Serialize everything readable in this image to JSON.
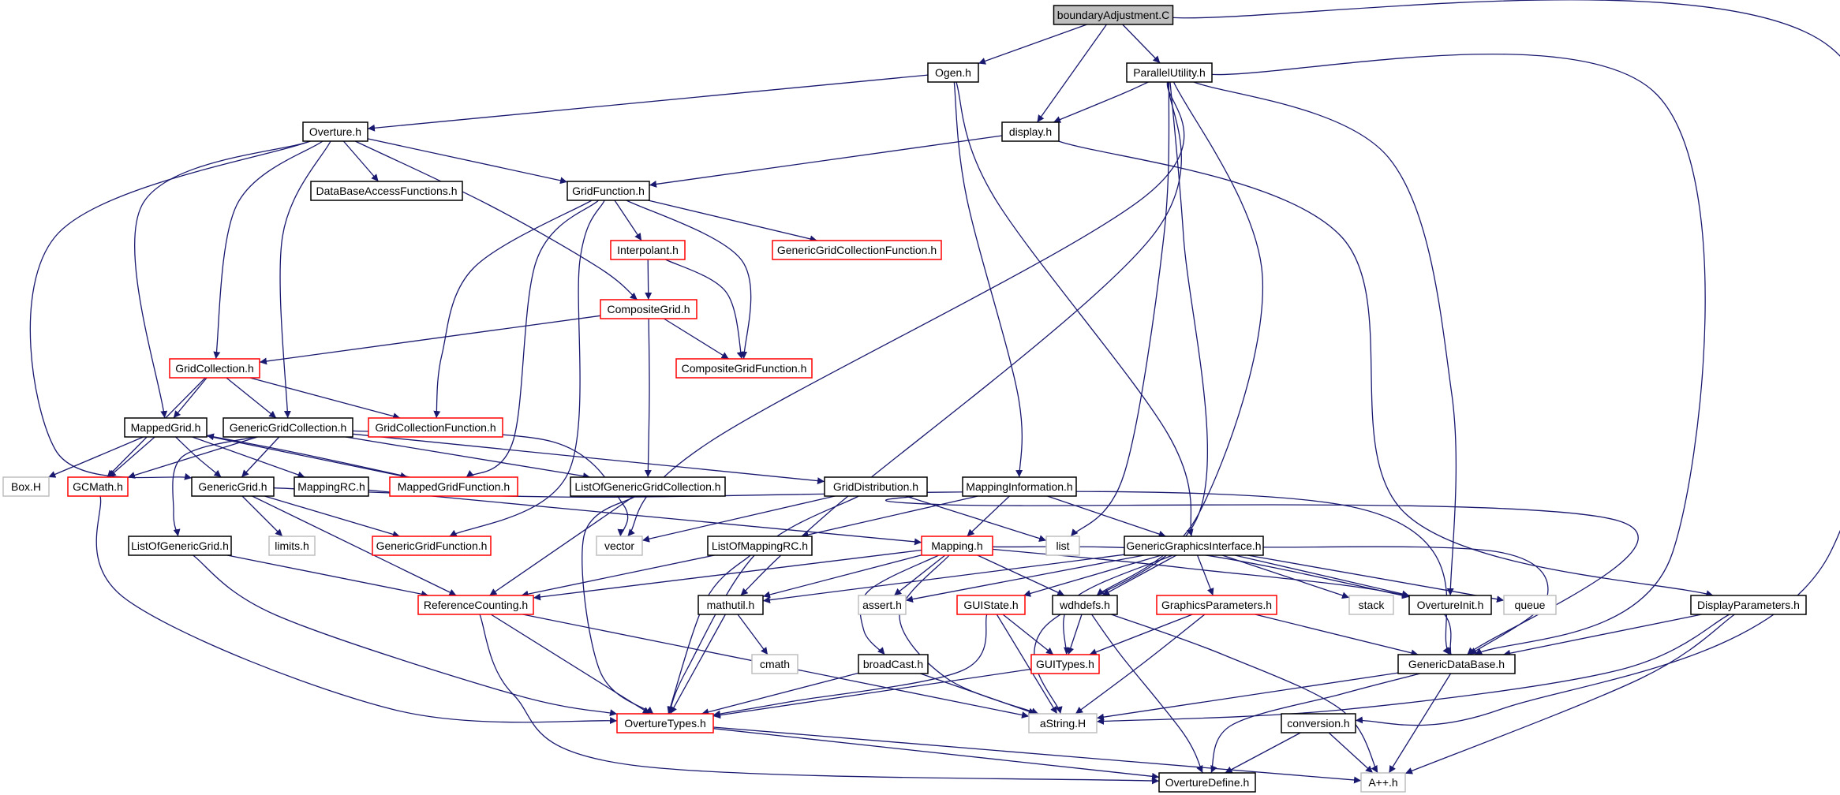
{
  "diagram": {
    "nodes": [
      {
        "id": "boundaryAdjustment",
        "label": "boundaryAdjustment.C",
        "style": "root"
      },
      {
        "id": "Ogen",
        "label": "Ogen.h",
        "style": "black"
      },
      {
        "id": "ParallelUtility",
        "label": "ParallelUtility.h",
        "style": "black"
      },
      {
        "id": "Overture",
        "label": "Overture.h",
        "style": "black"
      },
      {
        "id": "display",
        "label": "display.h",
        "style": "black"
      },
      {
        "id": "DataBaseAccessFunctions",
        "label": "DataBaseAccessFunctions.h",
        "style": "black"
      },
      {
        "id": "GridFunction",
        "label": "GridFunction.h",
        "style": "black"
      },
      {
        "id": "Interpolant",
        "label": "Interpolant.h",
        "style": "red"
      },
      {
        "id": "GenericGridCollectionFunction",
        "label": "GenericGridCollectionFunction.h",
        "style": "red"
      },
      {
        "id": "CompositeGrid",
        "label": "CompositeGrid.h",
        "style": "red"
      },
      {
        "id": "GridCollection",
        "label": "GridCollection.h",
        "style": "red"
      },
      {
        "id": "CompositeGridFunction",
        "label": "CompositeGridFunction.h",
        "style": "red"
      },
      {
        "id": "MappedGrid",
        "label": "MappedGrid.h",
        "style": "black"
      },
      {
        "id": "GenericGridCollection",
        "label": "GenericGridCollection.h",
        "style": "black"
      },
      {
        "id": "GridCollectionFunction",
        "label": "GridCollectionFunction.h",
        "style": "red"
      },
      {
        "id": "BoxH",
        "label": "Box.H",
        "style": "gray"
      },
      {
        "id": "GCMath",
        "label": "GCMath.h",
        "style": "red"
      },
      {
        "id": "GenericGrid",
        "label": "GenericGrid.h",
        "style": "black"
      },
      {
        "id": "MappingRC",
        "label": "MappingRC.h",
        "style": "black"
      },
      {
        "id": "MappedGridFunction",
        "label": "MappedGridFunction.h",
        "style": "red"
      },
      {
        "id": "ListOfGenericGridCollection",
        "label": "ListOfGenericGridCollection.h",
        "style": "black"
      },
      {
        "id": "GridDistribution",
        "label": "GridDistribution.h",
        "style": "black"
      },
      {
        "id": "MappingInformation",
        "label": "MappingInformation.h",
        "style": "black"
      },
      {
        "id": "limits",
        "label": "limits.h",
        "style": "gray"
      },
      {
        "id": "GenericGridFunction",
        "label": "GenericGridFunction.h",
        "style": "red"
      },
      {
        "id": "vector",
        "label": "vector",
        "style": "gray"
      },
      {
        "id": "list",
        "label": "list",
        "style": "gray"
      },
      {
        "id": "ListOfGenericGrid",
        "label": "ListOfGenericGrid.h",
        "style": "black"
      },
      {
        "id": "ListOfMappingRC",
        "label": "ListOfMappingRC.h",
        "style": "black"
      },
      {
        "id": "Mapping",
        "label": "Mapping.h",
        "style": "red"
      },
      {
        "id": "GenericGraphicsInterface",
        "label": "GenericGraphicsInterface.h",
        "style": "black"
      },
      {
        "id": "ReferenceCounting",
        "label": "ReferenceCounting.h",
        "style": "red"
      },
      {
        "id": "mathutil",
        "label": "mathutil.h",
        "style": "black"
      },
      {
        "id": "assert",
        "label": "assert.h",
        "style": "gray"
      },
      {
        "id": "GUIState",
        "label": "GUIState.h",
        "style": "red"
      },
      {
        "id": "wdhdefs",
        "label": "wdhdefs.h",
        "style": "black"
      },
      {
        "id": "GraphicsParameters",
        "label": "GraphicsParameters.h",
        "style": "red"
      },
      {
        "id": "stack",
        "label": "stack",
        "style": "gray"
      },
      {
        "id": "OvertureInit",
        "label": "OvertureInit.h",
        "style": "black"
      },
      {
        "id": "queue",
        "label": "queue",
        "style": "gray"
      },
      {
        "id": "DisplayParameters",
        "label": "DisplayParameters.h",
        "style": "black"
      },
      {
        "id": "cmath",
        "label": "cmath",
        "style": "gray"
      },
      {
        "id": "broadCast",
        "label": "broadCast.h",
        "style": "black"
      },
      {
        "id": "GUITypes",
        "label": "GUITypes.h",
        "style": "red"
      },
      {
        "id": "GenericDataBase",
        "label": "GenericDataBase.h",
        "style": "black"
      },
      {
        "id": "OvertureTypes",
        "label": "OvertureTypes.h",
        "style": "red"
      },
      {
        "id": "aString",
        "label": "aString.H",
        "style": "gray"
      },
      {
        "id": "conversion",
        "label": "conversion.h",
        "style": "black"
      },
      {
        "id": "OvertureDefine",
        "label": "OvertureDefine.h",
        "style": "black"
      },
      {
        "id": "App",
        "label": "A++.h",
        "style": "gray"
      }
    ],
    "edges": [
      [
        "boundaryAdjustment",
        "Ogen"
      ],
      [
        "boundaryAdjustment",
        "ParallelUtility"
      ],
      [
        "boundaryAdjustment",
        "display"
      ],
      [
        "boundaryAdjustment",
        "conversion"
      ],
      [
        "Ogen",
        "Overture"
      ],
      [
        "Ogen",
        "MappingInformation"
      ],
      [
        "Ogen",
        "GenericGraphicsInterface"
      ],
      [
        "ParallelUtility",
        "display"
      ],
      [
        "ParallelUtility",
        "vector"
      ],
      [
        "ParallelUtility",
        "list"
      ],
      [
        "ParallelUtility",
        "mathutil"
      ],
      [
        "ParallelUtility",
        "aString"
      ],
      [
        "ParallelUtility",
        "wdhdefs"
      ],
      [
        "ParallelUtility",
        "OvertureInit"
      ],
      [
        "ParallelUtility",
        "GenericDataBase"
      ],
      [
        "display",
        "GridFunction"
      ],
      [
        "display",
        "DisplayParameters"
      ],
      [
        "Overture",
        "DataBaseAccessFunctions"
      ],
      [
        "Overture",
        "GridFunction"
      ],
      [
        "Overture",
        "CompositeGrid"
      ],
      [
        "Overture",
        "GridCollection"
      ],
      [
        "Overture",
        "MappedGrid"
      ],
      [
        "Overture",
        "GenericGridCollection"
      ],
      [
        "Overture",
        "GenericGrid"
      ],
      [
        "GridFunction",
        "Interpolant"
      ],
      [
        "GridFunction",
        "GenericGridCollectionFunction"
      ],
      [
        "GridFunction",
        "CompositeGridFunction"
      ],
      [
        "GridFunction",
        "GridCollectionFunction"
      ],
      [
        "GridFunction",
        "MappedGridFunction"
      ],
      [
        "GridFunction",
        "GenericGridFunction"
      ],
      [
        "Interpolant",
        "CompositeGrid"
      ],
      [
        "Interpolant",
        "CompositeGridFunction"
      ],
      [
        "CompositeGrid",
        "GridCollection"
      ],
      [
        "CompositeGrid",
        "CompositeGridFunction"
      ],
      [
        "CompositeGrid",
        "ListOfGenericGridCollection"
      ],
      [
        "GridCollection",
        "MappedGrid"
      ],
      [
        "GridCollection",
        "GenericGridCollection"
      ],
      [
        "GridCollection",
        "GridCollectionFunction"
      ],
      [
        "GridCollection",
        "GCMath"
      ],
      [
        "MappedGrid",
        "BoxH"
      ],
      [
        "MappedGrid",
        "GCMath"
      ],
      [
        "MappedGrid",
        "GenericGrid"
      ],
      [
        "MappedGrid",
        "MappingRC"
      ],
      [
        "MappedGrid",
        "MappedGridFunction"
      ],
      [
        "MappedGridFunction",
        "MappedGrid"
      ],
      [
        "GenericGridCollection",
        "GenericGrid"
      ],
      [
        "GenericGridCollection",
        "GCMath"
      ],
      [
        "GenericGridCollection",
        "ListOfGenericGrid"
      ],
      [
        "GenericGridCollection",
        "ListOfGenericGridCollection"
      ],
      [
        "GenericGridCollection",
        "GridDistribution"
      ],
      [
        "GenericGridCollection",
        "vector"
      ],
      [
        "GCMath",
        "OvertureTypes"
      ],
      [
        "GenericGrid",
        "limits"
      ],
      [
        "GenericGrid",
        "GenericGridFunction"
      ],
      [
        "GenericGrid",
        "ReferenceCounting"
      ],
      [
        "GenericGrid",
        "GenericDataBase"
      ],
      [
        "MappingRC",
        "Mapping"
      ],
      [
        "ListOfGenericGridCollection",
        "ReferenceCounting"
      ],
      [
        "ListOfGenericGridCollection",
        "OvertureTypes"
      ],
      [
        "GridDistribution",
        "vector"
      ],
      [
        "GridDistribution",
        "list"
      ],
      [
        "GridDistribution",
        "OvertureTypes"
      ],
      [
        "GridDistribution",
        "GenericDataBase"
      ],
      [
        "MappingInformation",
        "Mapping"
      ],
      [
        "MappingInformation",
        "ListOfMappingRC"
      ],
      [
        "MappingInformation",
        "GenericGraphicsInterface"
      ],
      [
        "ListOfGenericGrid",
        "ReferenceCounting"
      ],
      [
        "ListOfGenericGrid",
        "OvertureTypes"
      ],
      [
        "ListOfMappingRC",
        "ReferenceCounting"
      ],
      [
        "ListOfMappingRC",
        "OvertureTypes"
      ],
      [
        "Mapping",
        "ReferenceCounting"
      ],
      [
        "Mapping",
        "mathutil"
      ],
      [
        "Mapping",
        "assert"
      ],
      [
        "Mapping",
        "broadCast"
      ],
      [
        "Mapping",
        "wdhdefs"
      ],
      [
        "Mapping",
        "GenericDataBase"
      ],
      [
        "Mapping",
        "OvertureInit"
      ],
      [
        "Mapping",
        "aString"
      ],
      [
        "GenericGraphicsInterface",
        "mathutil"
      ],
      [
        "GenericGraphicsInterface",
        "assert"
      ],
      [
        "GenericGraphicsInterface",
        "GUIState"
      ],
      [
        "GenericGraphicsInterface",
        "wdhdefs"
      ],
      [
        "GenericGraphicsInterface",
        "GraphicsParameters"
      ],
      [
        "GenericGraphicsInterface",
        "GUITypes"
      ],
      [
        "GenericGraphicsInterface",
        "stack"
      ],
      [
        "GenericGraphicsInterface",
        "OvertureInit"
      ],
      [
        "GenericGraphicsInterface",
        "queue"
      ],
      [
        "GenericGraphicsInterface",
        "GenericDataBase"
      ],
      [
        "ReferenceCounting",
        "OvertureTypes"
      ],
      [
        "ReferenceCounting",
        "aString"
      ],
      [
        "ReferenceCounting",
        "OvertureDefine"
      ],
      [
        "mathutil",
        "cmath"
      ],
      [
        "mathutil",
        "OvertureTypes"
      ],
      [
        "GUIState",
        "GUITypes"
      ],
      [
        "GUIState",
        "aString"
      ],
      [
        "GUIState",
        "OvertureTypes"
      ],
      [
        "wdhdefs",
        "GUITypes"
      ],
      [
        "wdhdefs",
        "OvertureDefine"
      ],
      [
        "wdhdefs",
        "App"
      ],
      [
        "GraphicsParameters",
        "GUITypes"
      ],
      [
        "GraphicsParameters",
        "aString"
      ],
      [
        "GraphicsParameters",
        "GenericDataBase"
      ],
      [
        "DisplayParameters",
        "GenericDataBase"
      ],
      [
        "DisplayParameters",
        "aString"
      ],
      [
        "DisplayParameters",
        "App"
      ],
      [
        "broadCast",
        "OvertureTypes"
      ],
      [
        "broadCast",
        "aString"
      ],
      [
        "GUITypes",
        "OvertureTypes"
      ],
      [
        "GenericDataBase",
        "aString"
      ],
      [
        "GenericDataBase",
        "OvertureDefine"
      ],
      [
        "GenericDataBase",
        "App"
      ],
      [
        "OvertureTypes",
        "OvertureDefine"
      ],
      [
        "OvertureTypes",
        "App"
      ],
      [
        "conversion",
        "OvertureDefine"
      ],
      [
        "conversion",
        "App"
      ]
    ],
    "colors": {
      "edge": "#191970",
      "black_border": "#000000",
      "red_border": "#ff0000",
      "gray_border": "#bfbfbf",
      "root_fill": "#bfbfbf",
      "fill": "#ffffff"
    }
  }
}
